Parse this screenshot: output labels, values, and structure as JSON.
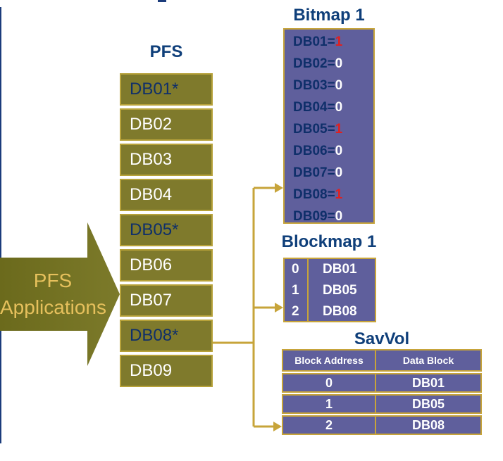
{
  "titles": {
    "pfs": "PFS",
    "bitmap": "Bitmap 1",
    "blockmap": "Blockmap 1",
    "savvol": "SavVol"
  },
  "pfs_apps": {
    "line1": "PFS",
    "line2": "Applications"
  },
  "pfs_blocks": [
    "DB01*",
    "DB02",
    "DB03",
    "DB04",
    "DB05*",
    "DB06",
    "DB07",
    "DB08*",
    "DB09"
  ],
  "bitmap_rows": [
    {
      "label": "DB01=",
      "value": "1"
    },
    {
      "label": "DB02=",
      "value": "0"
    },
    {
      "label": "DB03=",
      "value": "0"
    },
    {
      "label": "DB04=",
      "value": "0"
    },
    {
      "label": "DB05=",
      "value": "1"
    },
    {
      "label": "DB06=",
      "value": "0"
    },
    {
      "label": "DB07=",
      "value": "0"
    },
    {
      "label": "DB08=",
      "value": "1"
    },
    {
      "label": "DB09=",
      "value": "0"
    }
  ],
  "blockmap_rows": [
    {
      "index": "0",
      "block": "DB01"
    },
    {
      "index": "1",
      "block": "DB05"
    },
    {
      "index": "2",
      "block": "DB08"
    }
  ],
  "savvol": {
    "headers": [
      "Block Address",
      "Data Block"
    ],
    "rows": [
      {
        "address": "0",
        "block": "DB01"
      },
      {
        "address": "1",
        "block": "DB05"
      },
      {
        "address": "2",
        "block": "DB08"
      }
    ]
  },
  "colors": {
    "pfs_fill": "#7f7a2c",
    "border": "#c7a43a",
    "table_fill": "#5f5f9c",
    "title": "#0f3f7a",
    "bit_set": "#e02020"
  }
}
